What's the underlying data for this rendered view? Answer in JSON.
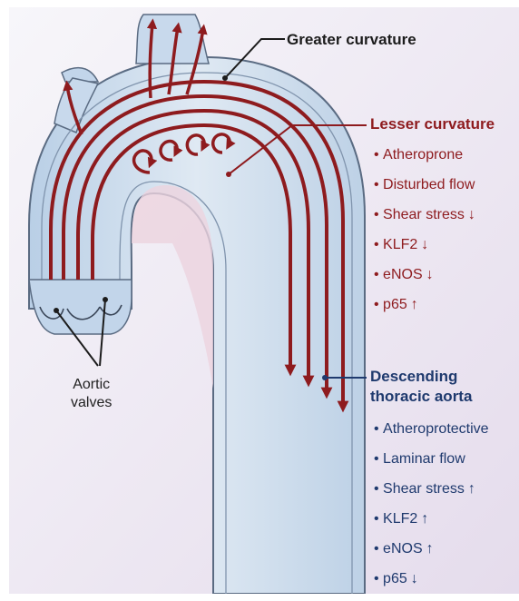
{
  "labels": {
    "greater_curvature": "Greater curvature",
    "lesser_curvature": "Lesser curvature",
    "descending_line1": "Descending",
    "descending_line2": "thoracic aorta",
    "aortic_line1": "Aortic",
    "aortic_line2": "valves"
  },
  "lesser_curvature_items": [
    {
      "text": "Atheroprone",
      "arrow": ""
    },
    {
      "text": "Disturbed flow",
      "arrow": ""
    },
    {
      "text": "Shear stress",
      "arrow": "↓"
    },
    {
      "text": "KLF2",
      "arrow": "↓"
    },
    {
      "text": "eNOS",
      "arrow": "↓"
    },
    {
      "text": "p65",
      "arrow": "↑"
    }
  ],
  "descending_items": [
    {
      "text": "Atheroprotective",
      "arrow": ""
    },
    {
      "text": "Laminar flow",
      "arrow": ""
    },
    {
      "text": "Shear stress",
      "arrow": "↑"
    },
    {
      "text": "KLF2",
      "arrow": "↑"
    },
    {
      "text": "eNOS",
      "arrow": "↑"
    },
    {
      "text": "p65",
      "arrow": "↓"
    }
  ],
  "colors": {
    "flow_arrow": "#8e1b1e",
    "lesser_text": "#8e1b1e",
    "descending_text": "#1f3a6e",
    "vessel_outline": "#5a6b82",
    "background_tint": "#e6e0ee"
  }
}
